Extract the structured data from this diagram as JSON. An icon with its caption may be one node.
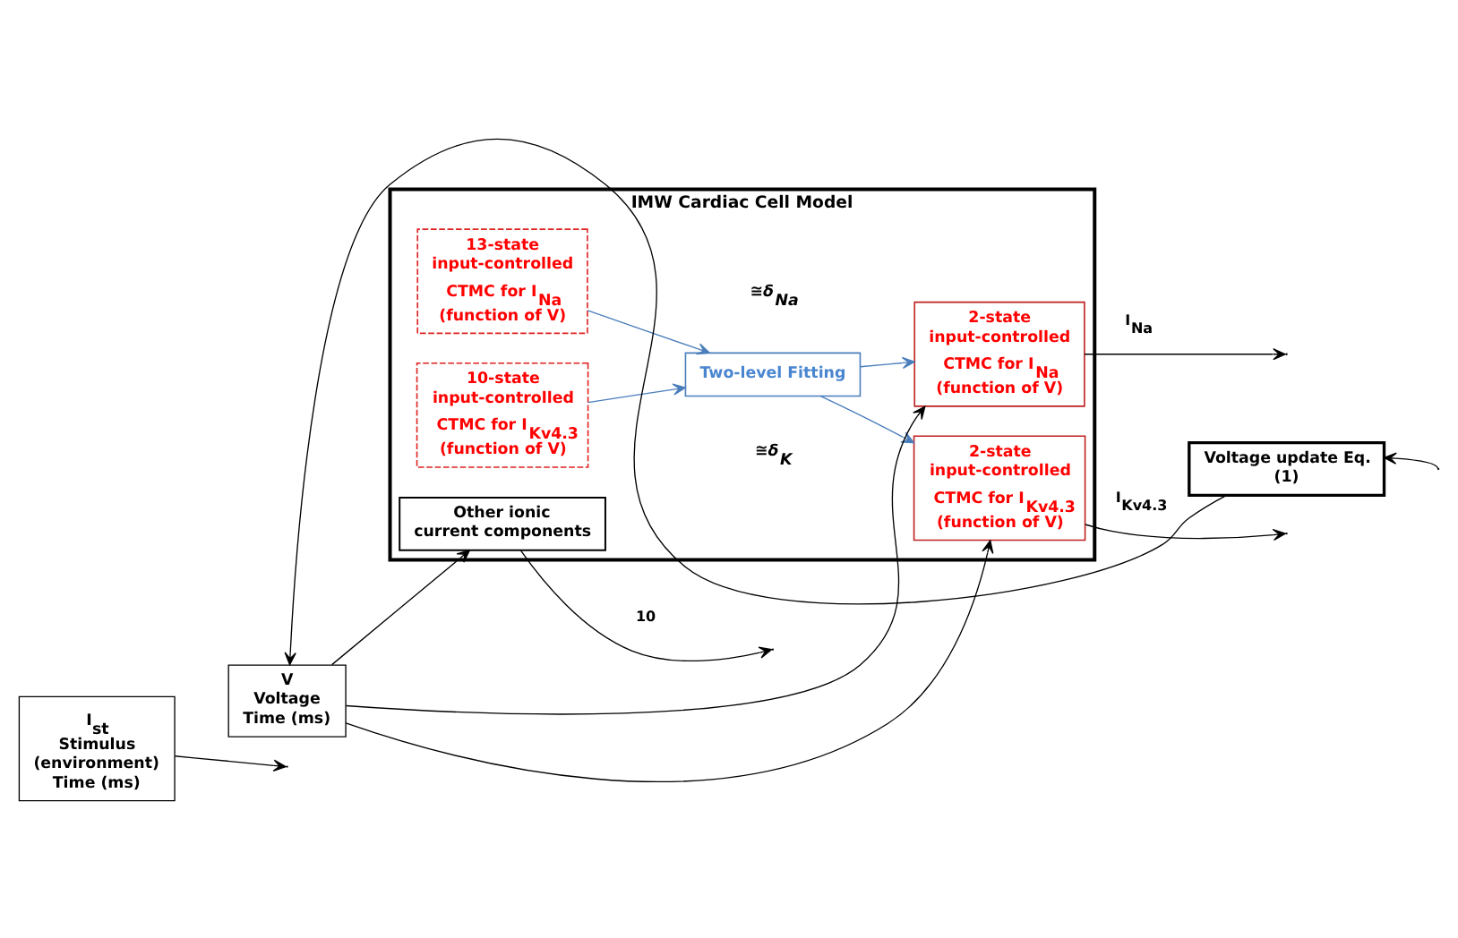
{
  "diagram": {
    "nodes": [
      {
        "text": [
          "IMW Cardiac Cell Model"
        ]
      },
      {
        "text": [
          "Other ionic current components"
        ],
        "in": 0
      },
      {
        "text": [
          "13-state input-controlled CTMC for I$_{Na}$ (function of V)"
        ],
        "in": 0
      },
      {
        "text": [
          "2-state input-controlled CTMC for I$_{Na}$ (function of V)"
        ],
        "in": 0
      },
      {
        "text": [
          "Two-level Fitting"
        ],
        "in": 0
      },
      {
        "text": [
          "10-state input-controlled CTMC for I$_{Kv4.3}$ (function of V)"
        ],
        "in": 0
      },
      {
        "text": [
          "2-state input-controlled CTMC for I$_{Kv4.3}$ (function of V)"
        ],
        "in": 0
      },
      {
        "text": [
          "Voltage update Eq. (1)"
        ]
      },
      {
        "text": [
          "I$_{st}$",
          "Stimulus (environment)",
          "Time (ms)"
        ]
      },
      {
        "text": [
          "V",
          "Voltage",
          "Time (ms)"
        ]
      }
    ],
    "edges": [
      {
        "from": 8,
        "to": null,
        "arrow": "to"
      },
      {
        "from": 9,
        "to": 1,
        "arrow": "to"
      },
      {
        "from": 9,
        "to": 3,
        "arrow": "to"
      },
      {
        "from": 9,
        "to": 6,
        "arrow": "to"
      },
      {
        "from": 1,
        "to": null,
        "arrow": "to",
        "label": "10"
      },
      {
        "from": 3,
        "to": null,
        "arrow": "to",
        "label": "I$_{Na}$"
      },
      {
        "from": 6,
        "to": null,
        "arrow": "to",
        "label": "I$_{Kv4.3}$"
      },
      {
        "from": 2,
        "to": 4,
        "arrow": "to",
        "color": "#4a7ebb"
      },
      {
        "from": 5,
        "to": 4,
        "arrow": "to",
        "color": "#4a7ebb"
      },
      {
        "from": 4,
        "to": 3,
        "arrow": "to",
        "color": "#4a7ebb"
      },
      {
        "from": 4,
        "to": 6,
        "arrow": "to",
        "color": "#4a7ebb"
      },
      {
        "from": null,
        "to": 7,
        "arrow": "to"
      },
      {
        "from": 7,
        "to": 9,
        "arrow": "to"
      }
    ],
    "labels": [
      "≅δ$_{Na}$",
      "≅δ$_{K}$"
    ]
  }
}
